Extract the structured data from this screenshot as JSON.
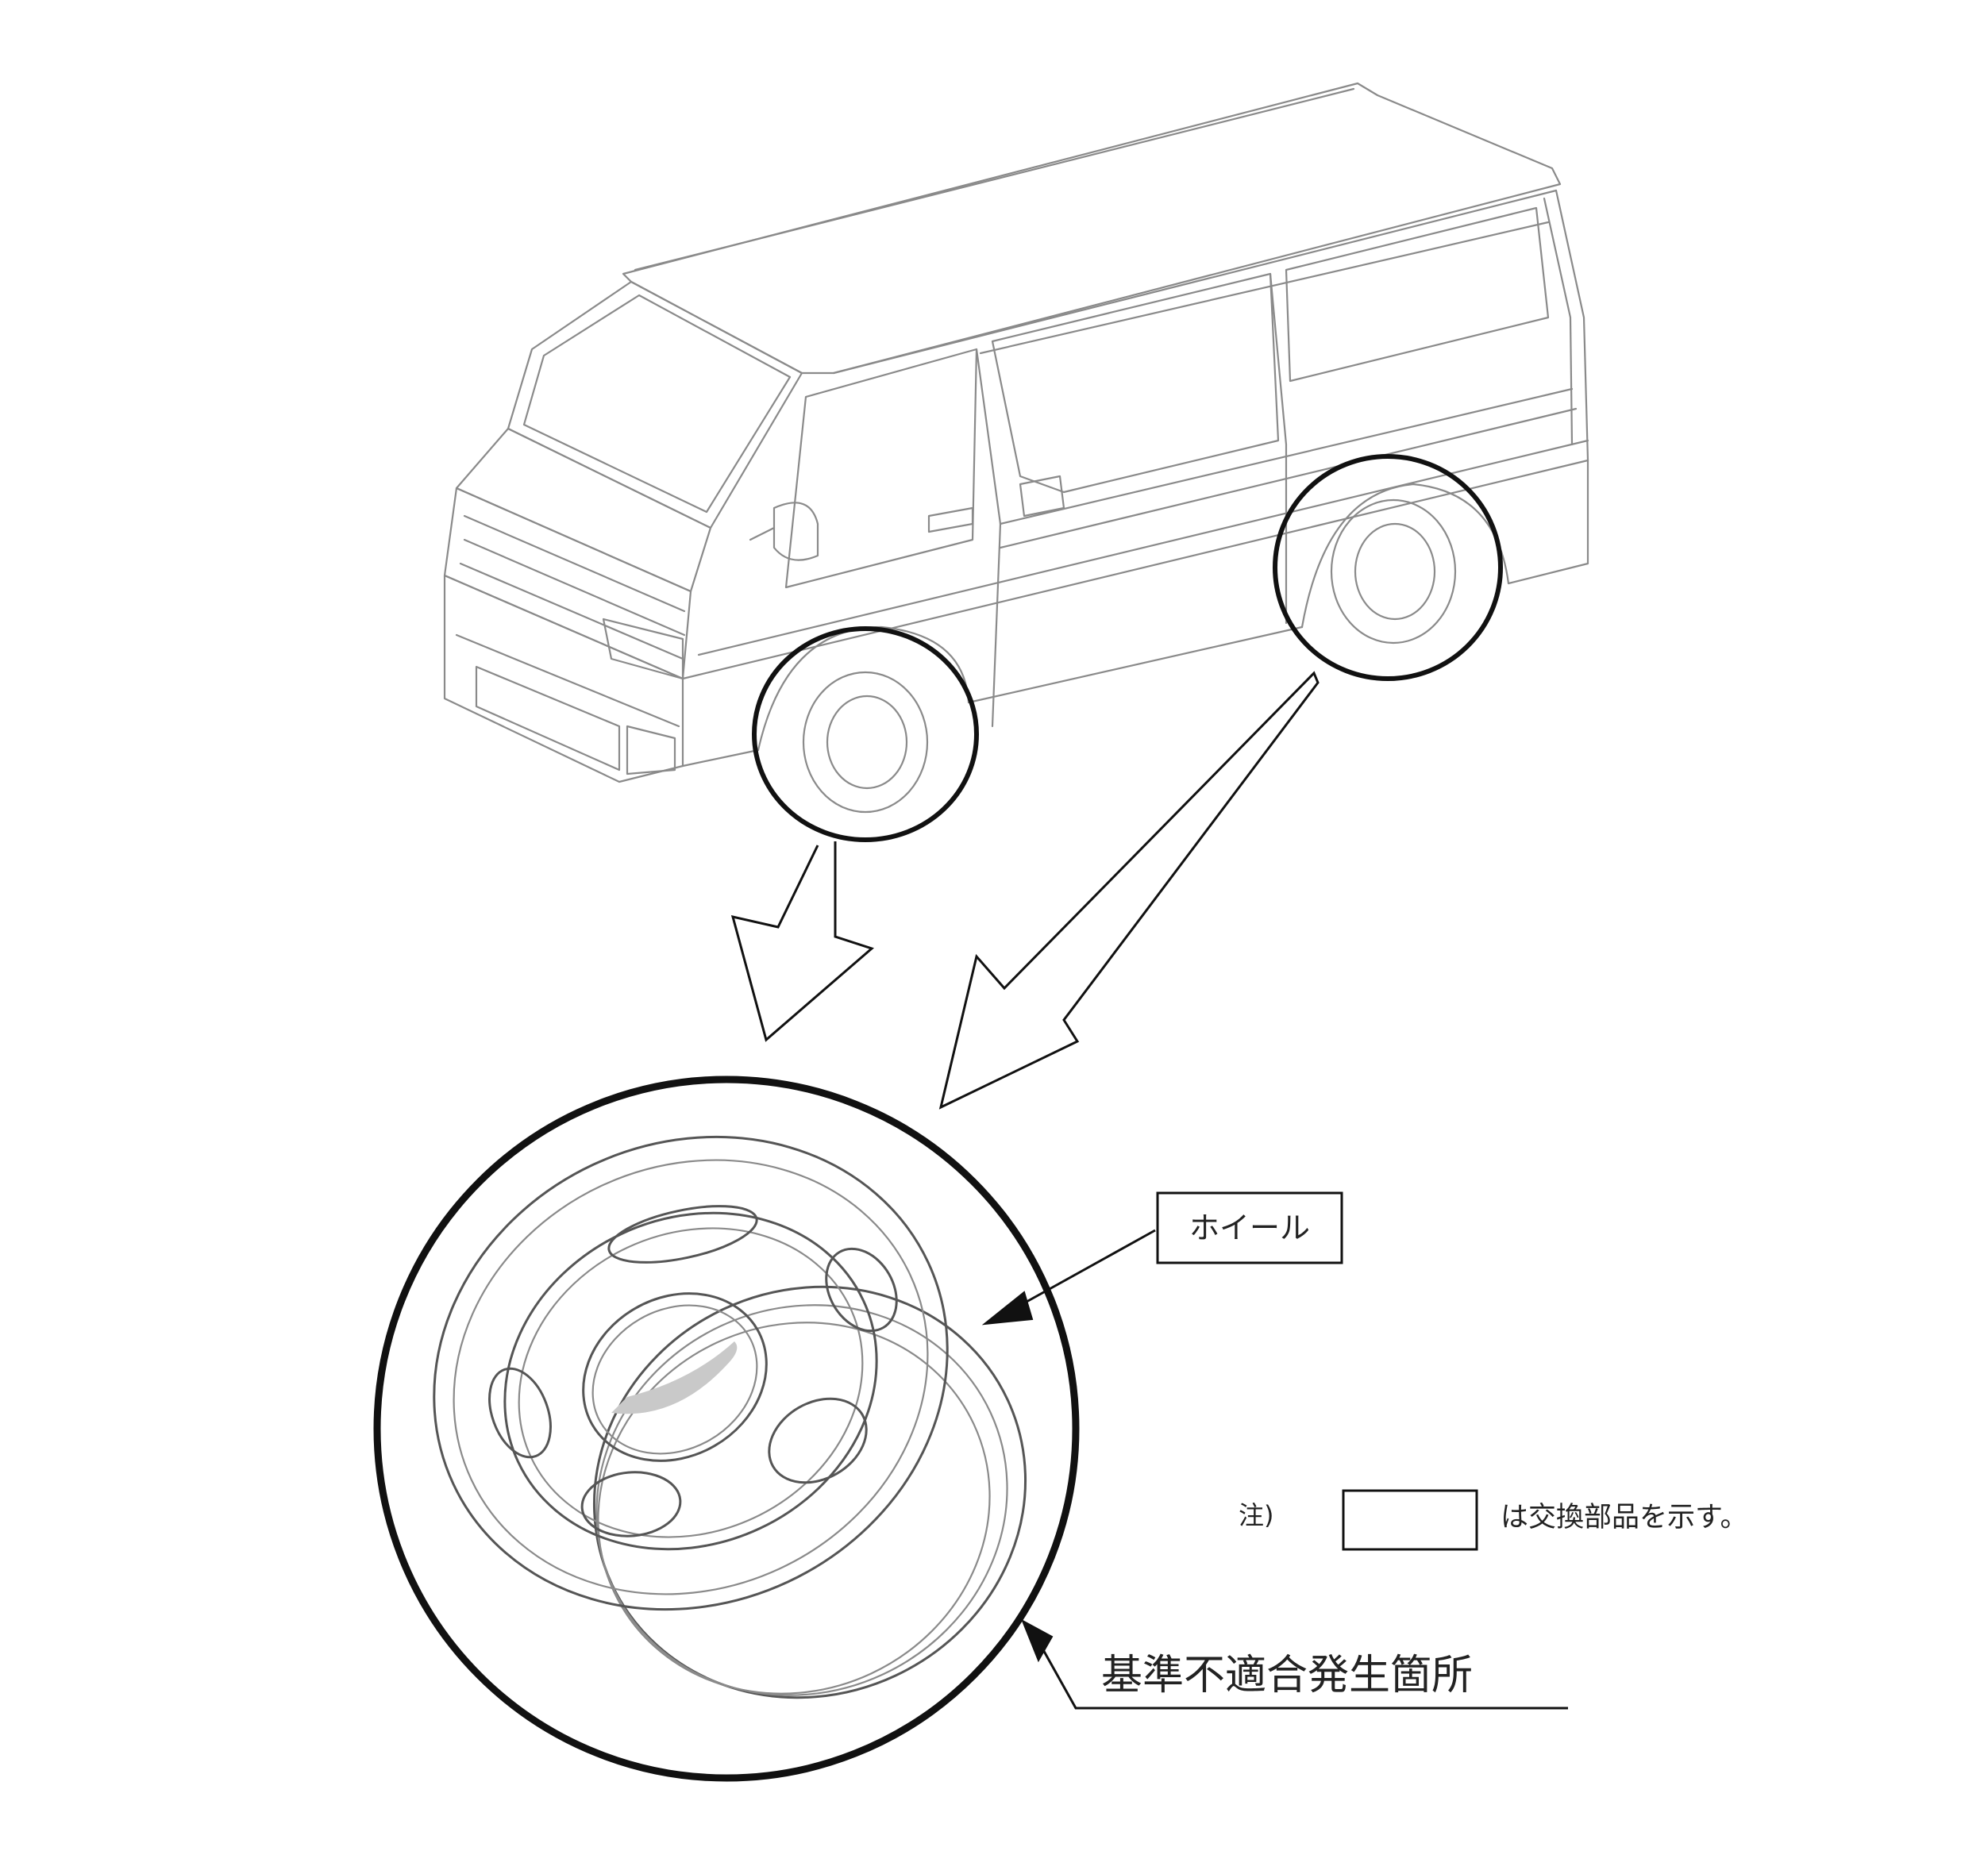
{
  "labels": {
    "wheel": "ホイール",
    "note_prefix": "注)",
    "note_suffix": "は交換部品を示す。",
    "defect_location": "基準不適合発生箇所"
  },
  "colors": {
    "line": "#111111",
    "sketch": "#8a8a8a",
    "background": "#ffffff"
  }
}
